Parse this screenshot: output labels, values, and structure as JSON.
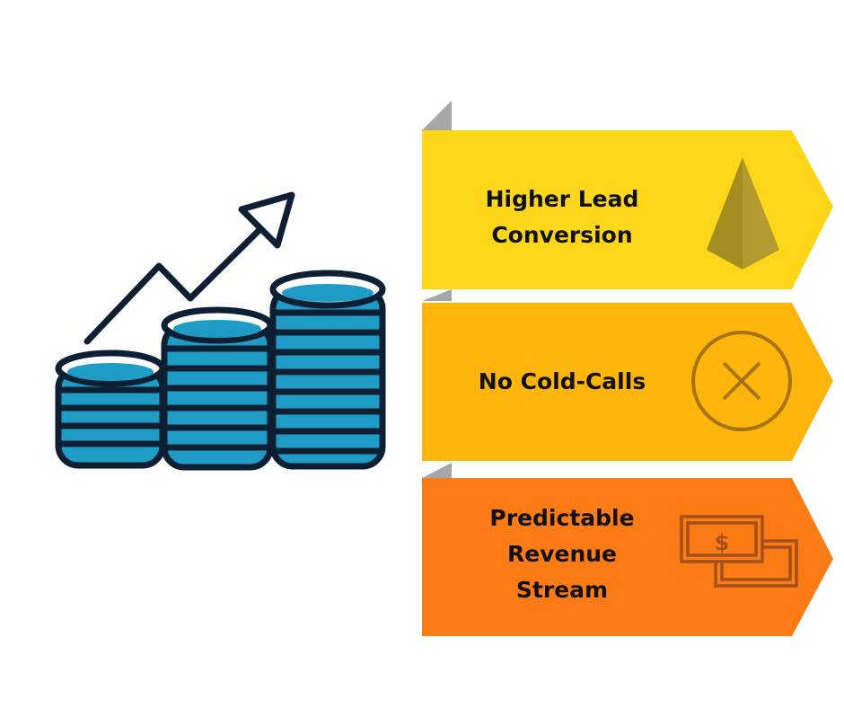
{
  "banners": [
    {
      "label_lines": [
        "Higher Lead",
        "Conversion"
      ],
      "color": "#FDD619",
      "icon": "pyramid-icon"
    },
    {
      "label_lines": [
        "No Cold-Calls"
      ],
      "color": "#FDB40B",
      "icon": "circle-x-icon"
    },
    {
      "label_lines": [
        "Predictable",
        "Revenue",
        "Stream"
      ],
      "color": "#FD7B14",
      "icon": "dollar-bills-icon"
    }
  ],
  "illustration": {
    "icon": "rising-coin-stacks-icon",
    "coin_color": "#1E9CC6",
    "outline_color": "#0D1F33"
  },
  "ribbon_fold_color": "#A6A6A6"
}
